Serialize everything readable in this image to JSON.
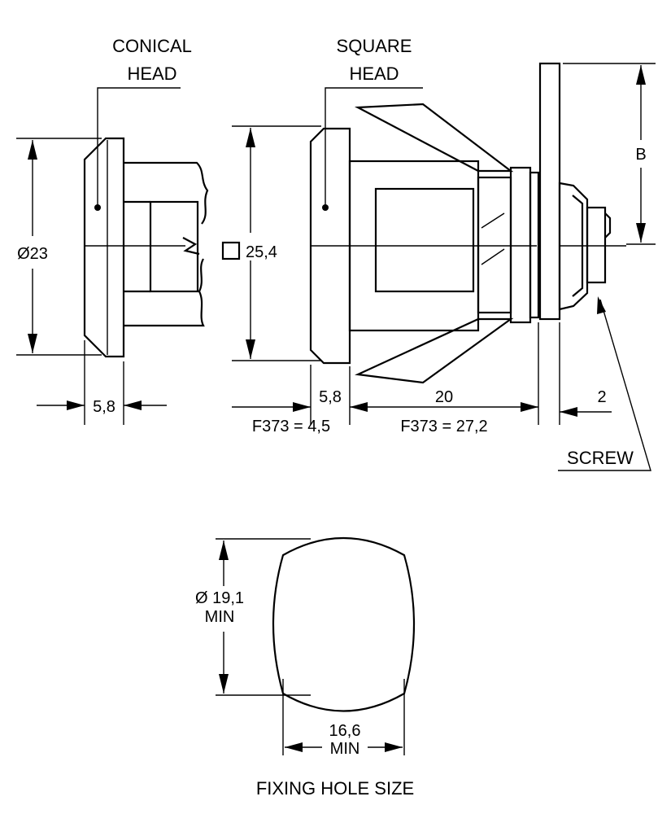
{
  "labels": {
    "conical_head_line1": "CONICAL",
    "conical_head_line2": "HEAD",
    "square_head_line1": "SQUARE",
    "square_head_line2": "HEAD",
    "screw": "SCREW",
    "fixing_hole_size": "FIXING HOLE SIZE"
  },
  "dimensions": {
    "diameter_23": "Ø23",
    "square_25_4": "25,4",
    "conical_head_thickness": "5,8",
    "square_head_thickness": "5,8",
    "square_head_f373": "F373 = 4,5",
    "body_length": "20",
    "body_length_f373": "F373 = 27,2",
    "screw_offset": "2",
    "cam_length": "B",
    "hole_diameter_line1": "Ø 19,1",
    "hole_diameter_line2": "MIN",
    "hole_width_line1": "16,6",
    "hole_width_line2": "MIN"
  }
}
